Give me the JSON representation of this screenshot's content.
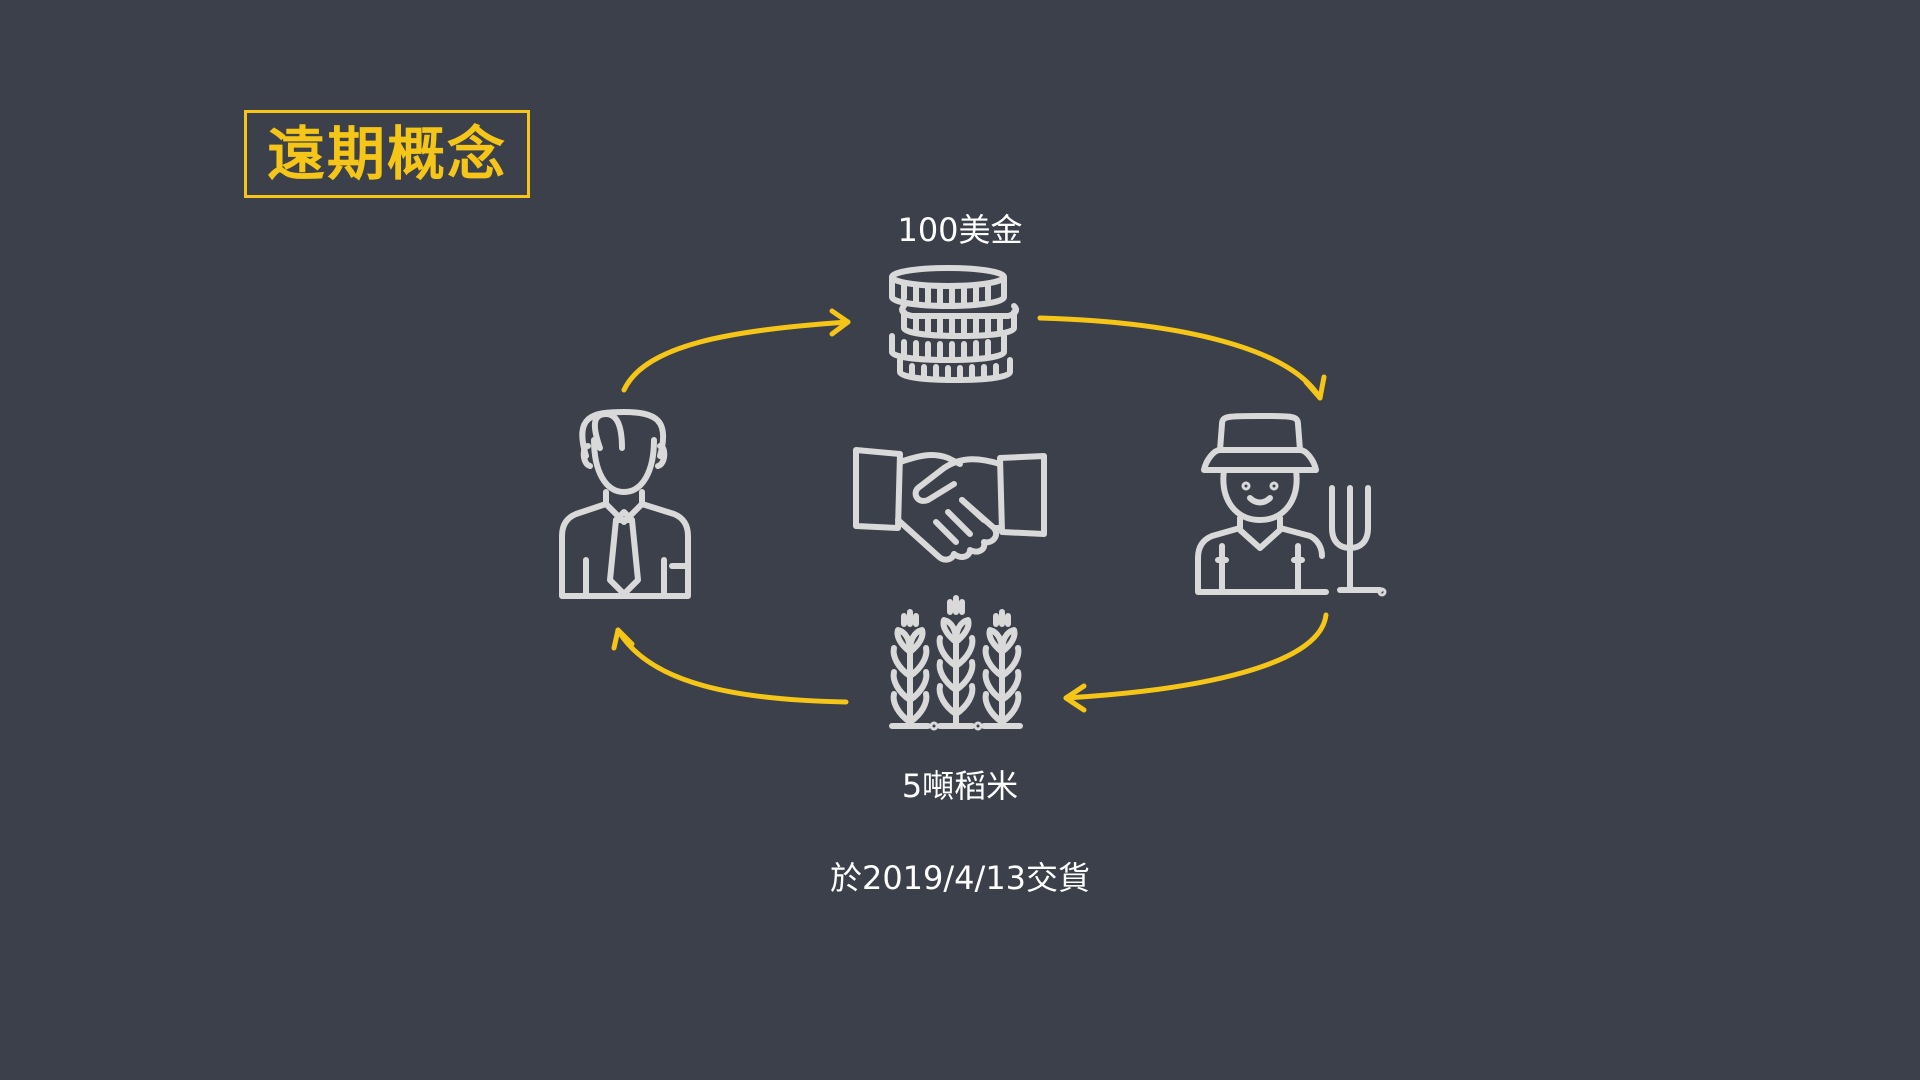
{
  "title": "遠期概念",
  "labels": {
    "money": "100美金",
    "rice": "5噸稻米",
    "delivery": "於2019/4/13交貨"
  },
  "icons": {
    "buyer": "businessman-icon",
    "money": "coins-stack-icon",
    "deal": "handshake-icon",
    "seller": "farmer-icon",
    "goods": "wheat-icon"
  },
  "colors": {
    "background": "#3b404a",
    "accent": "#f5c518",
    "icon": "#d9d9d9",
    "text": "#ffffff"
  }
}
